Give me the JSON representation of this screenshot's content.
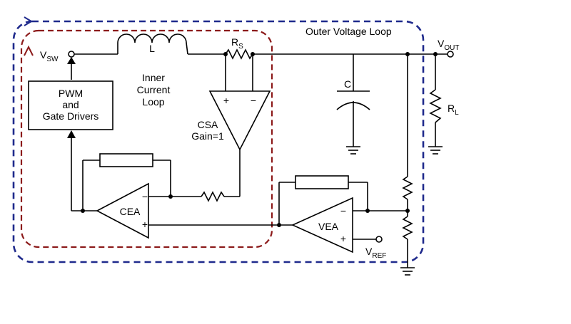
{
  "loops": {
    "outer": {
      "label": "Outer Voltage Loop",
      "color": "#1f2a8c"
    },
    "inner": {
      "line1": "Inner",
      "line2": "Current",
      "line3": "Loop",
      "color": "#8c1a1a"
    }
  },
  "nodes": {
    "vsw": {
      "main": "V",
      "sub": "SW"
    },
    "vout": {
      "main": "V",
      "sub": "OUT"
    },
    "vref": {
      "main": "V",
      "sub": "REF"
    }
  },
  "components": {
    "inductor": "L",
    "sense_resistor": {
      "main": "R",
      "sub": "S"
    },
    "capacitor": "C",
    "load_resistor": {
      "main": "R",
      "sub": "L"
    },
    "pwm_block": {
      "line1": "PWM",
      "line2": "and",
      "line3": "Gate Drivers"
    },
    "csa": {
      "name": "CSA",
      "gain": "Gain=1",
      "plus": "+",
      "minus": "−"
    },
    "cea": {
      "name": "CEA",
      "plus": "+",
      "minus": "−"
    },
    "vea": {
      "name": "VEA",
      "plus": "+",
      "minus": "−"
    }
  }
}
